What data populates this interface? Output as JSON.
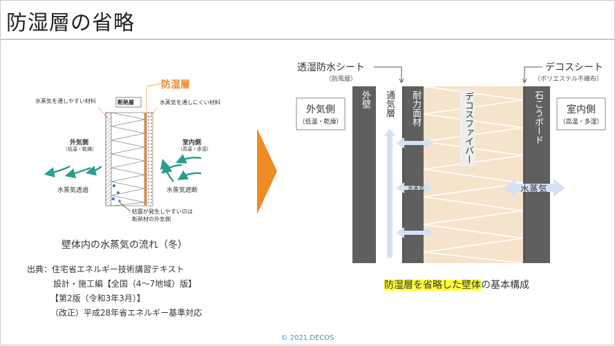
{
  "slide": {
    "title": "防湿層の省略",
    "footer": "© 2021 DECOS"
  },
  "left_figure": {
    "label_permeable": "水蒸気を通しやすい材料",
    "label_insulation": "断熱層",
    "label_vapor_barrier": "防湿層",
    "label_impermeable": "水蒸気を通しにくい材料",
    "outside_title": "外気側",
    "outside_sub": "（低温・乾燥）",
    "inside_title": "室内側",
    "inside_sub": "（高温・多湿）",
    "vapor_pass": "水蒸気透過",
    "vapor_block": "水蒸気遮断",
    "condensation_line1": "結露が発生しやすいのは",
    "condensation_line2": "断熱材の外気側",
    "caption": "壁体内の水蒸気の流れ（冬）"
  },
  "source": {
    "line1": "出典：住宅省エネルギー技術講習テキスト",
    "line2": "設計・施工編【全国（4～7地域）版】",
    "line3": "【第2版（令和3年3月）】",
    "line4": "（改正）平成28年省エネルギー基準対応"
  },
  "right_figure": {
    "sheet_outer": "透湿防水シート",
    "sheet_outer_sub": "（防風層）",
    "sheet_inner": "デコスシート",
    "sheet_inner_sub": "（ポリエステル不織布）",
    "outside_title": "外気側",
    "outside_sub": "（低温・乾燥）",
    "inside_title": "室内側",
    "inside_sub": "（高温・多湿）",
    "layer_exterior": "外壁",
    "layer_vent": "通気層",
    "layer_panel": "耐力面材",
    "layer_fiber": "デコスファイバー",
    "layer_gypsum": "石こうボード",
    "vapor_small": "水蒸気",
    "vapor_large": "水蒸気",
    "caption_highlight": "防湿層を省略した壁体",
    "caption_rest": "の基本構成"
  },
  "colors": {
    "orange": "#f08a24",
    "teal": "#2a9d8f",
    "wall_dark": "#5f5f5f",
    "fiber": "#f6e3cc",
    "arrow_blue": "#d3e1f3",
    "highlight": "#ffff3a"
  }
}
